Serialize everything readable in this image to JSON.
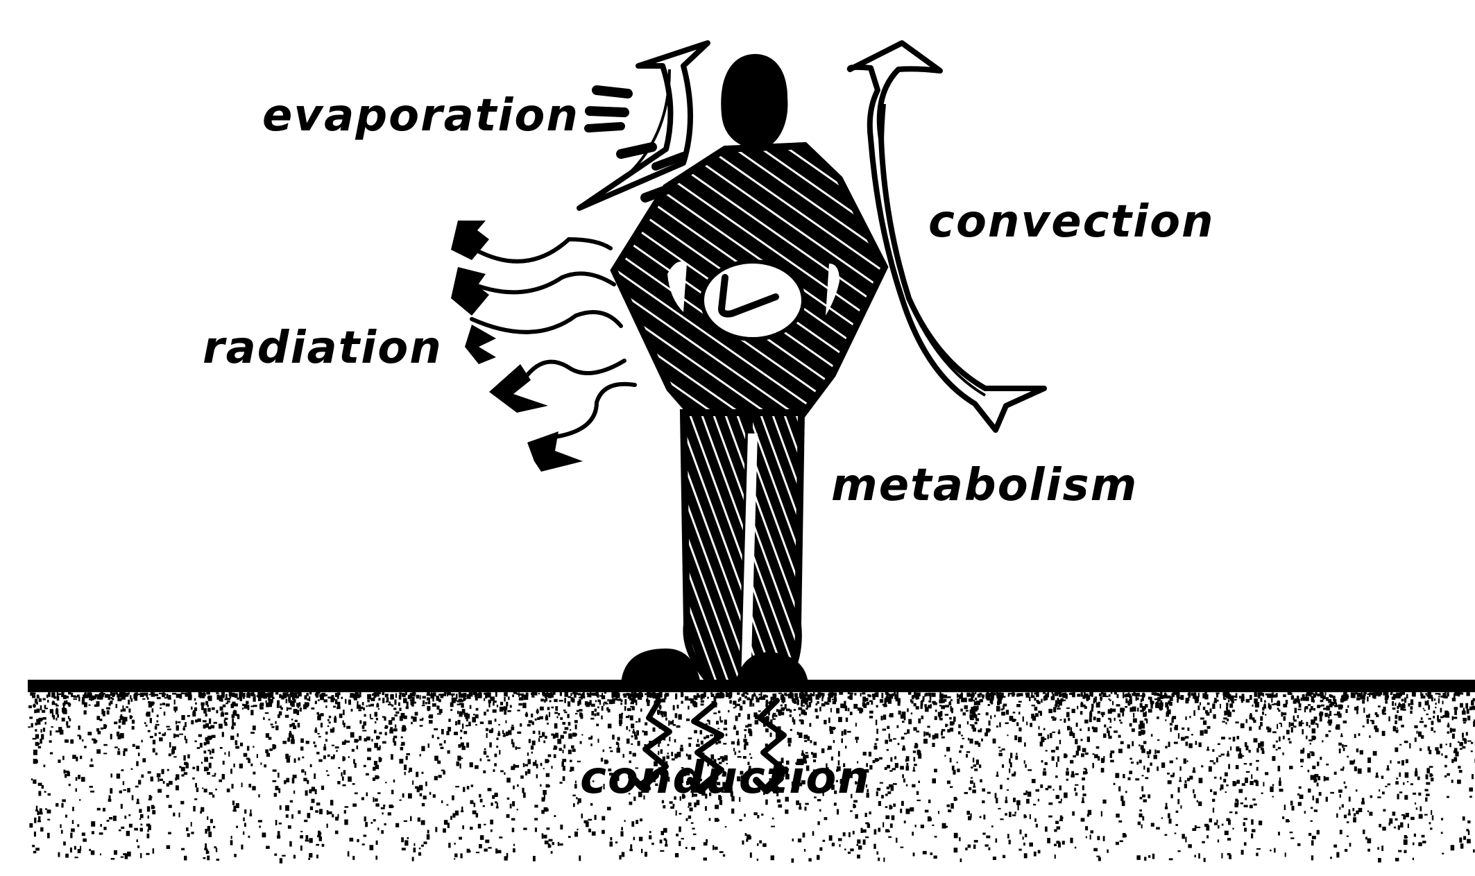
{
  "diagram": {
    "labels": {
      "evaporation": "evaporation",
      "convection": "convection",
      "radiation": "radiation",
      "metabolism": "metabolism",
      "conduction": "conduction"
    },
    "colors": {
      "ink": "#000000",
      "paper": "#ffffff"
    }
  }
}
